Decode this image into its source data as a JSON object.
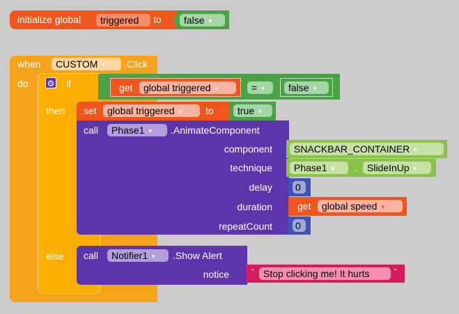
{
  "init_block": {
    "label_initialize": "initialize global",
    "var_name": "triggered",
    "label_to": "to",
    "value": "false"
  },
  "event_block": {
    "label_when": "when",
    "component": "CUSTOM",
    "event": ".Click",
    "label_do": "do"
  },
  "if_block": {
    "label_if": "if",
    "label_then": "then",
    "label_else": "else",
    "condition": {
      "label_get": "get",
      "var": "global triggered",
      "operator": "=",
      "value": "false"
    }
  },
  "set_block": {
    "label_set": "set",
    "var": "global triggered",
    "label_to": "to",
    "value": "true"
  },
  "animate_call": {
    "label_call": "call",
    "component": "Phase1",
    "method": ".AnimateComponent",
    "params": {
      "component_label": "component",
      "component_value": "SNACKBAR_CONTAINER",
      "technique_label": "technique",
      "technique_component": "Phase1",
      "technique_dot": ".",
      "technique_value": "SlideInUp",
      "delay_label": "delay",
      "delay_value": "0",
      "duration_label": "duration",
      "duration_get": "get",
      "duration_var": "global speed",
      "repeat_label": "repeatCount",
      "repeat_value": "0"
    }
  },
  "alert_call": {
    "label_call": "call",
    "component": "Notifier1",
    "method": ".Show Alert",
    "notice_label": "notice",
    "open_quote": "“",
    "notice_text": "Stop clicking me! It hurts",
    "close_quote": "”"
  },
  "icons": {
    "dropdown": "▾",
    "gear": "⚙"
  }
}
